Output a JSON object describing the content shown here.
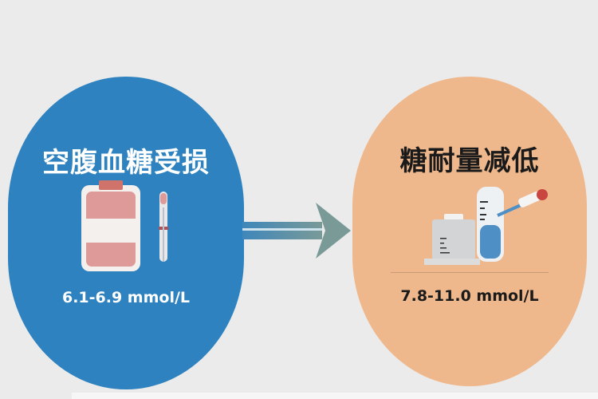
{
  "left": {
    "title": "空腹血糖受损",
    "range": "6.1-6.9 mmol/L",
    "color": "#2e82bf",
    "icons": [
      "bottle-icon",
      "dropper-icon"
    ]
  },
  "right": {
    "title": "糖耐量减低",
    "range": "7.8-11.0 mmol/L",
    "color": "#efb88c",
    "icons": [
      "beaker-icon",
      "test-tube-icon",
      "pipette-icon"
    ]
  },
  "arrow": {
    "icon": "arrow-right-icon"
  }
}
